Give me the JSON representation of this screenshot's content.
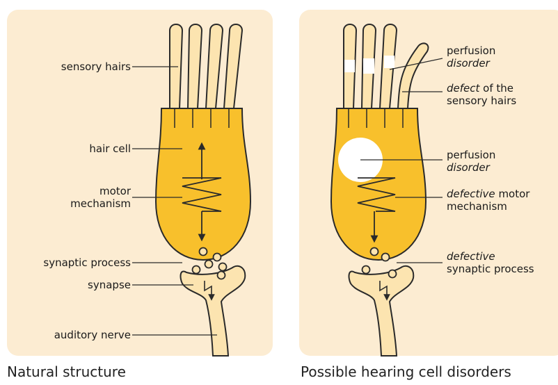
{
  "colors": {
    "panel_bg": "#fcecd2",
    "cell_fill": "#f8c02c",
    "hair_fill": "#fce4b0",
    "nerve_fill": "#fce4b0",
    "outline": "#2a2a2a",
    "lesion": "#ffffff"
  },
  "left_panel": {
    "caption": "Natural structure",
    "labels": {
      "sensory_hairs": "sensory hairs",
      "hair_cell": "hair cell",
      "motor_1": "motor",
      "motor_2": "mechanism",
      "synaptic_process": "synaptic process",
      "synapse": "synapse",
      "auditory_nerve": "auditory nerve"
    }
  },
  "right_panel": {
    "caption": "Possible hearing cell disorders",
    "labels": {
      "perfusion_top_1": "perfusion",
      "perfusion_top_2": "disorder",
      "defect_em": "defect",
      "defect_rest": " of the",
      "defect_2": "sensory hairs",
      "perfusion_mid_1": "perfusion",
      "perfusion_mid_2": "disorder",
      "defective_motor_em": "defective",
      "defective_motor_rest": " motor",
      "defective_motor_2": "mechanism",
      "defective_syn_em": "defective",
      "defective_syn_2": "synaptic process"
    }
  }
}
